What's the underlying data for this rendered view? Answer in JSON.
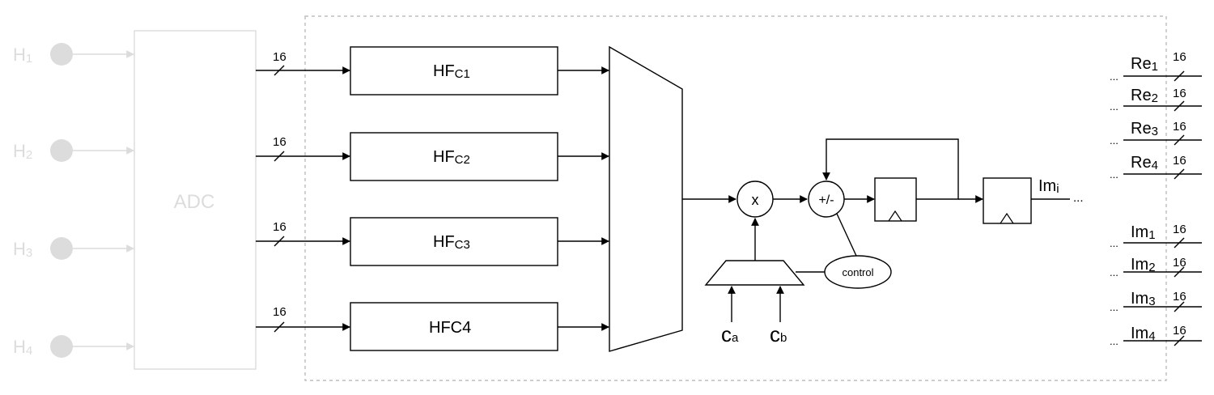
{
  "inputs": [
    {
      "main": "H",
      "sub": "1"
    },
    {
      "main": "H",
      "sub": "2"
    },
    {
      "main": "H",
      "sub": "3"
    },
    {
      "main": "H",
      "sub": "4"
    }
  ],
  "adc": {
    "label": "ADC"
  },
  "bus_width": "16",
  "filters": [
    {
      "main": "HF",
      "sub": "C1"
    },
    {
      "main": "HF",
      "sub": "C2"
    },
    {
      "main": "HF",
      "sub": "C3"
    },
    {
      "main": "HFC4",
      "sub": ""
    }
  ],
  "multiplier": {
    "label": "x"
  },
  "adder": {
    "label": "+/-"
  },
  "control": {
    "label": "control"
  },
  "coeffs": [
    {
      "main": "c",
      "sub": "a"
    },
    {
      "main": "c",
      "sub": "b"
    }
  ],
  "output_mid": {
    "main": "Im",
    "sub": "i",
    "ellipsis": "..."
  },
  "outputs_re": [
    {
      "main": "Re",
      "sub": "1",
      "width": "16",
      "ellipsis": "..."
    },
    {
      "main": "Re",
      "sub": "2",
      "width": "16",
      "ellipsis": "..."
    },
    {
      "main": "Re",
      "sub": "3",
      "width": "16",
      "ellipsis": "..."
    },
    {
      "main": "Re",
      "sub": "4",
      "width": "16",
      "ellipsis": "..."
    }
  ],
  "outputs_im": [
    {
      "main": "Im",
      "sub": "1",
      "width": "16",
      "ellipsis": "..."
    },
    {
      "main": "Im",
      "sub": "2",
      "width": "16",
      "ellipsis": "..."
    },
    {
      "main": "Im",
      "sub": "3",
      "width": "16",
      "ellipsis": "..."
    },
    {
      "main": "Im",
      "sub": "4",
      "width": "16",
      "ellipsis": "..."
    }
  ]
}
